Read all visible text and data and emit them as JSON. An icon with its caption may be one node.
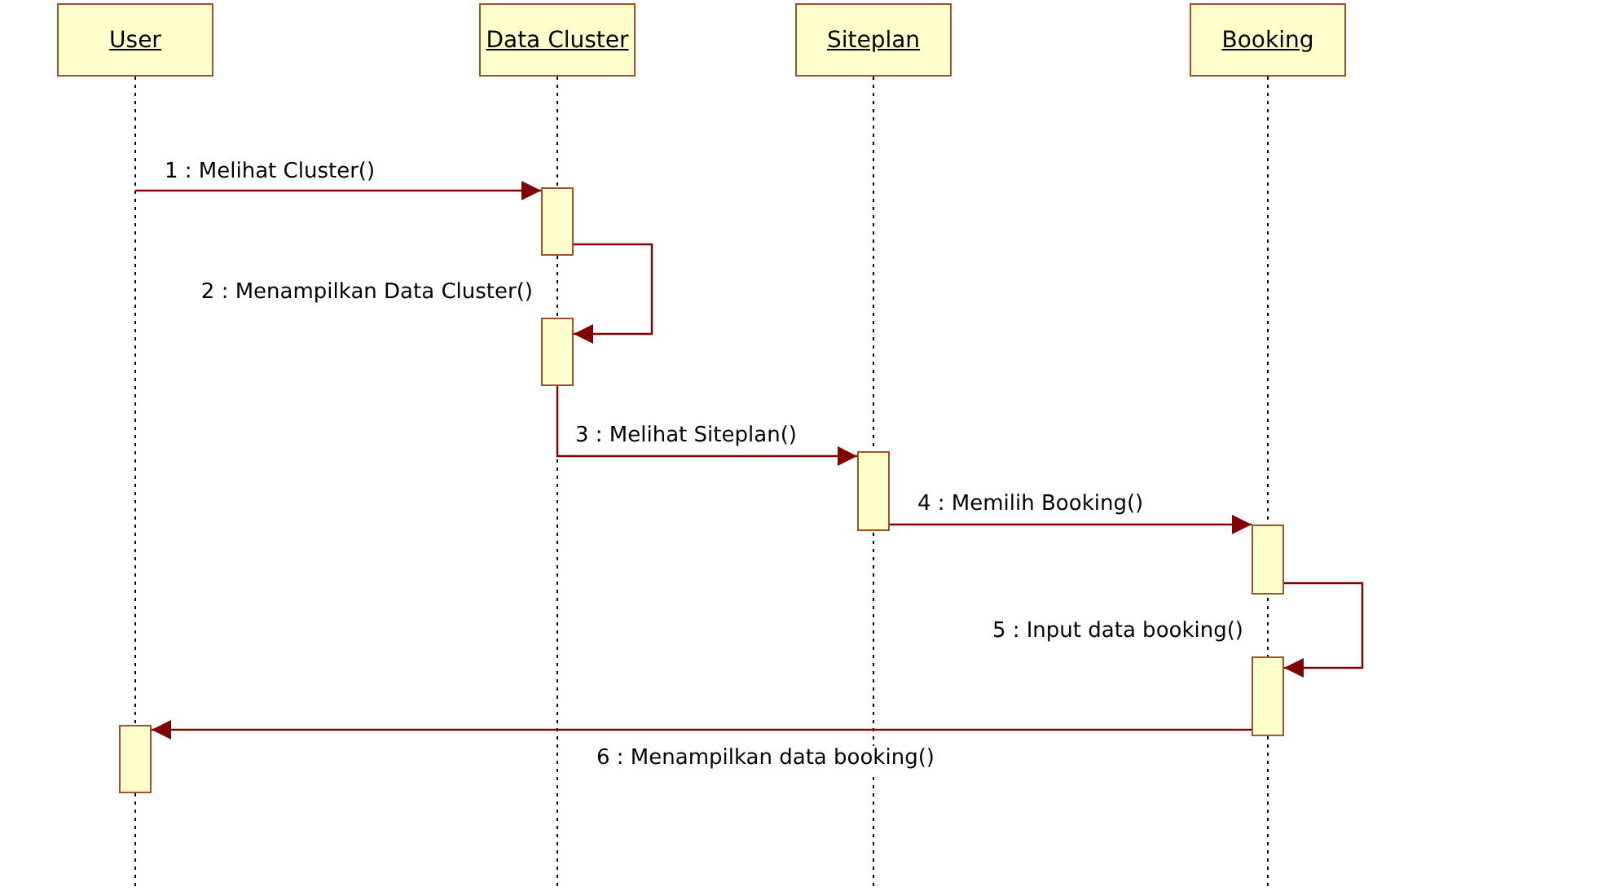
{
  "diagram": {
    "nodes": [
      {
        "text": [
          "User"
        ]
      },
      {
        "text": [
          "Data Cluster"
        ]
      },
      {
        "text": [
          "Siteplan"
        ]
      },
      {
        "text": [
          "Booking"
        ]
      },
      {
        "text": [],
        "shape": "bar"
      },
      {
        "text": [],
        "shape": "bar"
      },
      {
        "text": [],
        "shape": "bar"
      },
      {
        "text": [],
        "shape": "bar"
      },
      {
        "text": [],
        "shape": "bar"
      },
      {
        "text": [],
        "shape": "bar"
      }
    ],
    "edges": [
      {
        "from": 0,
        "to": 4,
        "arrow": "to",
        "label": "1 : Melihat Cluster()"
      },
      {
        "from": 4,
        "to": 5,
        "arrow": "to",
        "label": "2 : Menampilkan Data Cluster()"
      },
      {
        "from": 5,
        "to": 6,
        "arrow": "to",
        "label": "3 : Melihat Siteplan()"
      },
      {
        "from": 6,
        "to": 7,
        "arrow": "to",
        "label": "4 : Memilih Booking()"
      },
      {
        "from": 7,
        "to": 8,
        "arrow": "to",
        "label": "5 : Input data booking()"
      },
      {
        "from": 8,
        "to": 9,
        "arrow": "to",
        "label": "6 : Menampilkan data booking()"
      }
    ]
  }
}
